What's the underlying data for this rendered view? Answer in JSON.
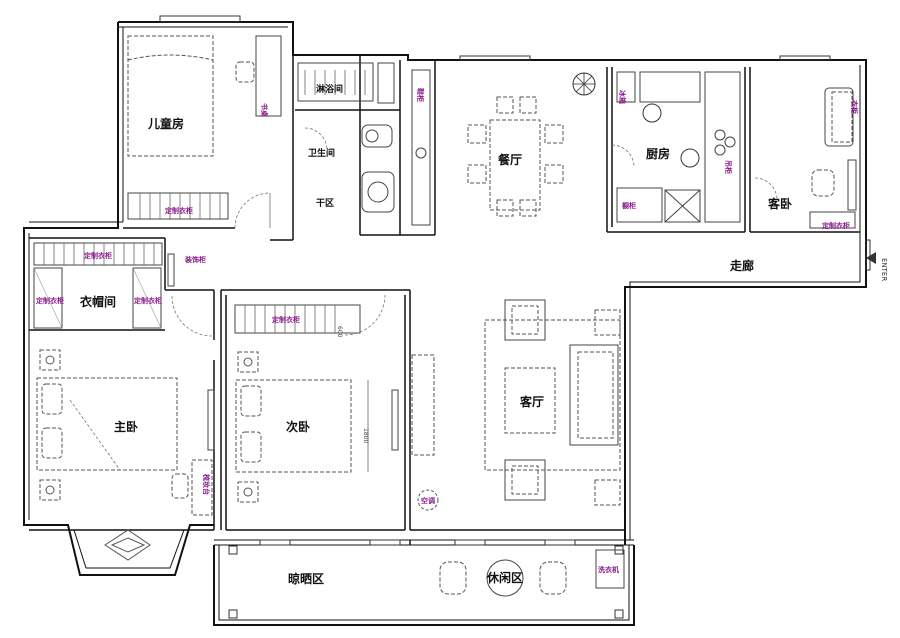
{
  "colors": {
    "accent": "#8b1a8b",
    "wall": "#111111",
    "line": "#555555",
    "background": "#ffffff"
  },
  "rooms": {
    "child_room": "儿童房",
    "shower": "淋浴间",
    "bathroom": "卫生间",
    "dry_area": "干区",
    "dining": "餐厅",
    "kitchen": "厨房",
    "guest_room": "客卧",
    "corridor": "走廊",
    "closet_room": "衣帽间",
    "master_bedroom": "主卧",
    "second_bedroom": "次卧",
    "living_room": "客厅",
    "drying_area": "晾晒区",
    "leisure_area": "休闲区"
  },
  "labels": {
    "desk": "书桌",
    "custom_wardrobe": "定制衣柜",
    "shoe_cabinet": "鞋柜",
    "custom_wardrobe_2": "定制衣柜",
    "wardrobe_left": "定制衣柜",
    "wardrobe_right": "定制衣柜",
    "decor_cabinet": "装饰柜",
    "wardrobe_second": "定制衣柜",
    "dresser": "梳妆台",
    "fridge_cabinet": "冰箱",
    "kitchen_cabinet": "橱柜",
    "hanging_cabinet": "吊柜",
    "guest_cabinet": "衣柜",
    "guest_wardrobe": "定制衣柜",
    "air_conditioner": "空调",
    "washer": "洗衣机",
    "entry": "ENTER",
    "dim_600": "600",
    "dim_1800": "1800"
  }
}
